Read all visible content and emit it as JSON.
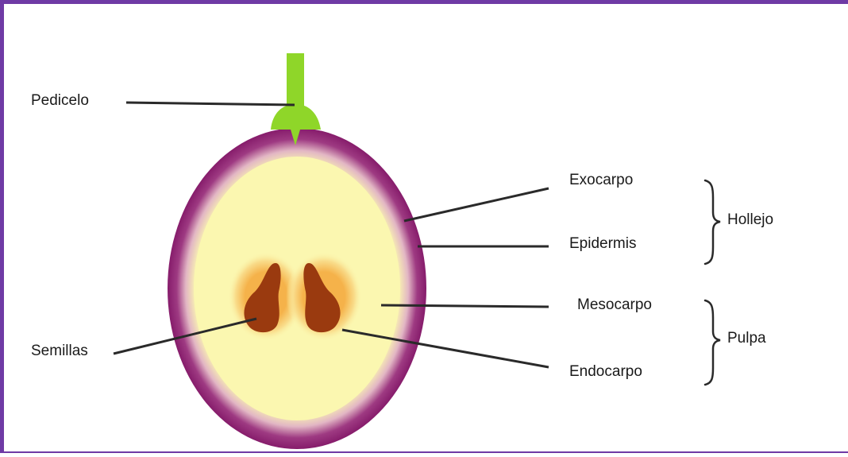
{
  "labels": {
    "pedicelo": "Pedicelo",
    "semillas": "Semillas",
    "exocarpo": "Exocarpo",
    "epidermis": "Epidermis",
    "mesocarpo": "Mesocarpo",
    "endocarpo": "Endocarpo",
    "hollejo": "Hollejo",
    "pulpa": "Pulpa"
  },
  "colors": {
    "frame": "#6f3aa5",
    "skin": "#8a1f6e",
    "flesh": "#fbf7b0",
    "seed": "#9a3a0f",
    "seed_glow": "#f7c25a",
    "pedicel": "#8fd629",
    "leader_line": "#2a2a2a"
  }
}
